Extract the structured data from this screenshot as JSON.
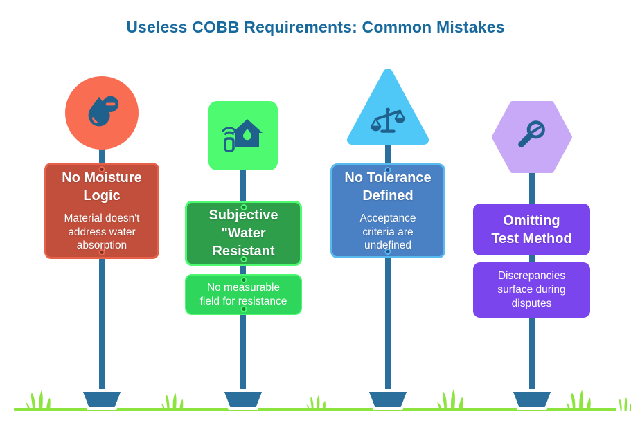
{
  "title": {
    "text": "Useless COBB Requirements: Common Mistakes",
    "color": "#17699E"
  },
  "posts": [
    {
      "shape": "circle",
      "icon": "water-drop-minus-icon",
      "accent": "#F96D52",
      "panel": "#C14F3C",
      "border": "#E7604A",
      "title": "No Moisture\nLogic",
      "subtitle": "Material doesn't\naddress water\nabsorption"
    },
    {
      "shape": "square",
      "icon": "smart-home-moisture-icon",
      "accent": "#4EFB70",
      "panel": "#2F9E4B",
      "sub_panel": "#2ED65B",
      "title": "Subjective\n\"Water\nResistant",
      "subtitle": "No measurable\nfield for resistance"
    },
    {
      "shape": "triangle",
      "icon": "balance-scale-icon",
      "accent": "#4FC8F7",
      "panel": "#4A80C4",
      "border": "#58BBF0",
      "title": "No Tolerance\nDefined",
      "subtitle": "Acceptance\ncriteria are\nundefined"
    },
    {
      "shape": "hexagon",
      "icon": "magnifier-slash-icon",
      "accent": "#C8A9F8",
      "panel": "#7B45EE",
      "title": "Omitting\nTest Method",
      "subtitle": "Discrepancies\nsurface during\ndisputes"
    }
  ],
  "scene": {
    "pole_color": "#2B6F9C",
    "icon_color": "#20608C",
    "ground_color": "#8DE43F",
    "background": "#FFFFFF"
  }
}
